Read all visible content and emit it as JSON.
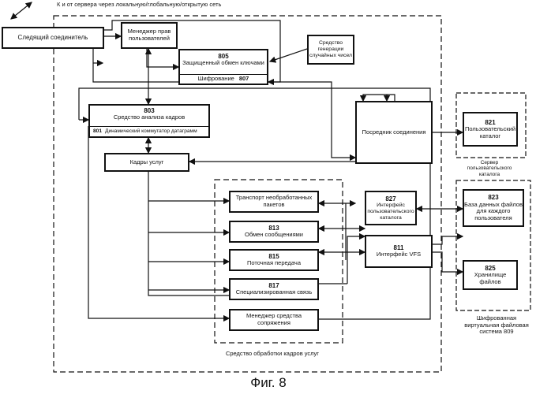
{
  "network_label": "К и от сервера через локальную/глобальную/открытую сеть",
  "blocks": {
    "tracking_connector": "Следящий соединитель",
    "rights_manager": "Менеджер прав пользователей",
    "secure_exchange": {
      "num": "805",
      "text": "Защищенный обмен ключами"
    },
    "encryption": {
      "text": "Шифрование",
      "num": "807"
    },
    "rng": "Средство генерации случайных чисел",
    "frame_analysis": {
      "num": "803",
      "text": "Средство анализа кадров"
    },
    "datagram_switch": {
      "num": "801",
      "text": "Динамический коммутатор датаграмм"
    },
    "service_frames": "Кадры услуг",
    "conn_broker": "Посредник соединения",
    "raw_transport": "Транспорт необработанных пакетов",
    "messaging": {
      "num": "813",
      "text": "Обмен сообщениями"
    },
    "streaming": {
      "num": "815",
      "text": "Поточная передача"
    },
    "special_comm": {
      "num": "817",
      "text": "Специализированная связь"
    },
    "interface_manager": "Менеджер средства сопряжения",
    "user_catalog_iface": {
      "num": "827",
      "text": "Интерфейс пользовательского каталога"
    },
    "vfs_iface": {
      "num": "811",
      "text": "Интерфейс VFS"
    },
    "user_catalog": {
      "num": "821",
      "text": "Пользовательский каталог"
    },
    "user_db": {
      "num": "823",
      "text": "База данных файлов для каждого пользователя"
    },
    "storage": {
      "num": "825",
      "text": "Хранилище файлов"
    }
  },
  "labels": {
    "catalog_server": "Сервер пользовательского каталога",
    "encrypted_vfs": "Шифрованная виртуальная файловая система 809",
    "service_processing": "Средство обработки кадров услуг",
    "figure": "Фиг. 8"
  }
}
